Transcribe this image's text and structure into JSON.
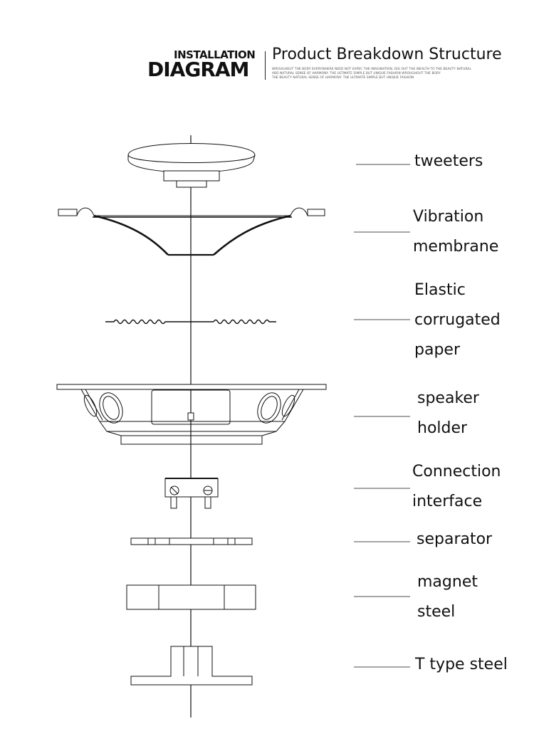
{
  "header": {
    "install_word": "INSTALLATION",
    "diagram_word": "DIAGRAM",
    "title": "Product Breakdown Structure",
    "fine_print": [
      "WROUGHOUT THE BODY EVERYWHERE NEED NOT EXPEC THE IMAGINATION. DIG OUT THE WEALTH TO THE BEAUTY NATURAL",
      "ABD NATURAL SENSE OF HARMONY. THE ULTIMATE SIMPLE BUT UNIQUE FASHION WROUGHOUT THE BODY",
      "THE BEAUTY NATURAL SENSE OF HARMONY. THE ULTIMATE SIMPLE BUT UNIQUE FASHION"
    ]
  },
  "parts": [
    {
      "id": "tweeters",
      "lines": [
        "tweeters"
      ]
    },
    {
      "id": "vibration-membrane",
      "lines": [
        "Vibration",
        "membrane"
      ]
    },
    {
      "id": "elastic-corrugated-paper",
      "lines": [
        "Elastic",
        "corrugated",
        "paper"
      ]
    },
    {
      "id": "speaker-holder",
      "lines": [
        "speaker",
        "holder"
      ]
    },
    {
      "id": "connection-interface",
      "lines": [
        "Connection",
        "interface"
      ]
    },
    {
      "id": "separator",
      "lines": [
        "separator"
      ]
    },
    {
      "id": "magnet-steel",
      "lines": [
        "magnet",
        "steel"
      ]
    },
    {
      "id": "t-type-steel",
      "lines": [
        "T type steel"
      ]
    }
  ]
}
